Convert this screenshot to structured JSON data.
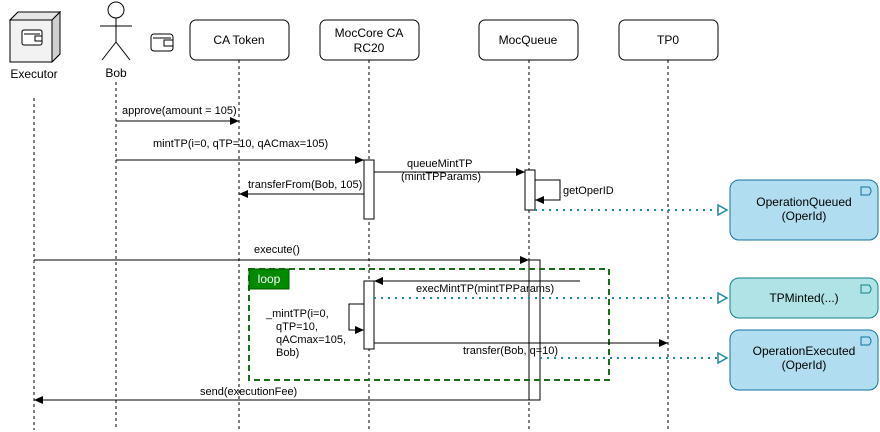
{
  "participants": {
    "executor": "Executor",
    "bob": "Bob",
    "ca_token": "CA Token",
    "moccore_line1": "MocCore CA",
    "moccore_line2": "RC20",
    "mocqueue": "MocQueue",
    "tp0": "TP0"
  },
  "messages": {
    "approve": "approve(amount = 105)",
    "mint_tp": "mintTP(i=0, qTP=10, qACmax=105)",
    "queue_mint_tp_1": "queueMintTP",
    "queue_mint_tp_2": "(mintTPParams)",
    "transfer_from": "transferFrom(Bob, 105)",
    "get_oper_id": "getOperID",
    "execute": "execute()",
    "exec_mint_tp": "execMintTP(mintTPParams)",
    "mint_tp_internal_1": "_mintTP(i=0,",
    "mint_tp_internal_2": "qTP=10,",
    "mint_tp_internal_3": "qACmax=105,",
    "mint_tp_internal_4": "Bob)",
    "transfer": "transfer(Bob, q=10)",
    "send_fee": "send(executionFee)"
  },
  "loop_label": "loop",
  "events": {
    "operation_queued_1": "OperationQueued",
    "operation_queued_2": "(OperId)",
    "tp_minted": "TPMinted(...)",
    "operation_executed_1": "OperationExecuted",
    "operation_executed_2": "(OperId)"
  },
  "colors": {
    "lifeline": "#000000",
    "event_fill_blue": "#b1ddf0",
    "event_stroke_blue": "#10739e",
    "event_fill_teal": "#b0e3e6",
    "event_stroke_teal": "#0e8088",
    "emit_arrow": "#1d8ba3",
    "loop_border": "#1a6b1a",
    "loop_tag": "#008a00"
  },
  "icons": {
    "executor": "wallet-cube-icon",
    "bob": "stick-figure-icon",
    "bob_wallet": "wallet-icon"
  }
}
